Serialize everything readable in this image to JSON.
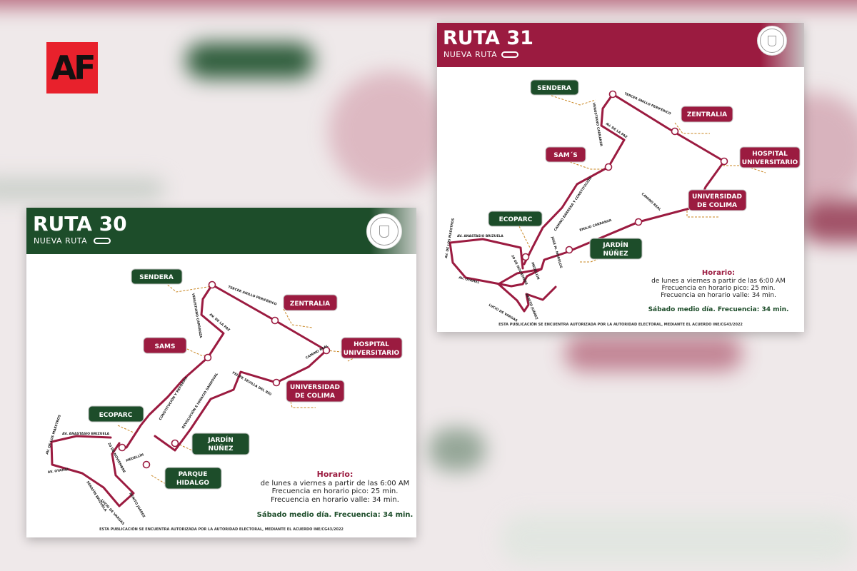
{
  "publisher_logo": {
    "text": "AF",
    "color": "#e8212c"
  },
  "colors": {
    "guinda": "#9b1b40",
    "green": "#1d4d2a",
    "route": "#9b1b40",
    "dash": "#c8841f"
  },
  "route30": {
    "title": "RUTA 30",
    "subtitle": "NUEVA RUTA",
    "header_color": "#1d4d2a",
    "stops": {
      "sendera": "SENDERA",
      "zentralia": "ZENTRALIA",
      "sams": "SAMS",
      "hospital_1": "HOSPITAL",
      "hospital_2": "UNIVERSITARIO",
      "universidad_1": "UNIVERSIDAD",
      "universidad_2": "DE COLIMA",
      "ecoparc": "ECOPARC",
      "jardin_1": "JARDÍN",
      "jardin_2": "NÚÑEZ",
      "parque_1": "PARQUE",
      "parque_2": "HIDALGO"
    },
    "streets": {
      "tercer_anillo": "TERCER ANILLO PERIFÉRICO",
      "venustiano": "VENUSTIANO CARRANZA",
      "av_paz": "AV. DE LA PAZ",
      "camino_real": "CAMINO REAL",
      "constitucion": "CONSTITUCIÓN Y REFORMA",
      "felipe": "FELIPE SEVILLA DEL RÍO",
      "revolucion": "REVOLUCIÓN E IGNACIO SANDOVAL",
      "anastasio": "AV. ANASTASIO BRIZUELA",
      "av_lic": "AV. DE LOS MAESTROS",
      "oyamel": "AV. OYAMEL",
      "noviembre": "20 DE NOVIEMBRE",
      "medellin": "MEDELLÍN",
      "gonzalo": "SERAFÍN BRIZUELA",
      "lucio": "LUCIO DE VARGAS",
      "benito": "BENITO JUÁREZ"
    },
    "schedule": {
      "heading": "Horario:",
      "line1": "de lunes a viernes a partir de las 6:00 AM",
      "line2": "Frecuencia en horario pico: 25 min.",
      "line3": "Frecuencia en horario valle: 34 min.",
      "saturday": "Sábado medio día. Frecuencia: 34 min."
    },
    "footer": "ESTA PUBLICACIÓN SE ENCUENTRA AUTORIZADA POR LA AUTORIDAD ELECTORAL, MEDIANTE EL ACUERDO INE/CG43/2022"
  },
  "route31": {
    "title": "RUTA 31",
    "subtitle": "NUEVA RUTA",
    "header_color": "#9b1b40",
    "stops": {
      "sendera": "SENDERA",
      "zentralia": "ZENTRALIA",
      "sams": "SAM´S",
      "hospital_1": "HOSPITAL",
      "hospital_2": "UNIVERSITARIO",
      "universidad_1": "UNIVERSIDAD",
      "universidad_2": "DE COLIMA",
      "ecoparc": "ECOPARC",
      "jardin_1": "JARDÍN",
      "jardin_2": "NÚÑEZ"
    },
    "streets": {
      "tercer_anillo": "TERCER ANILLO PERIFÉRICO",
      "venustiano": "VENUSTIANO CARRANZA",
      "av_paz": "AV. DE LA PAZ",
      "camino_real": "CAMINO REAL",
      "carrera": "CAMINO BARRERA Y CONSTITUCIÓN",
      "emilio": "EMILIO CARRANZA",
      "anastasio": "AV. ANASTASIO BRIZUELA",
      "av_lic": "AV. DE LOS MAESTROS",
      "oyamel": "AV. OYAMEL",
      "noviembre": "20 DE NOVIEMBRE",
      "medellin": "MEDELLÍN",
      "gonzalo": "JOSÉ M. MORELOS",
      "lucio": "LUCIO DE VARGAS",
      "benito": "BENITO JUÁREZ"
    },
    "schedule": {
      "heading": "Horario:",
      "line1": "de lunes a viernes a partir de las 6:00 AM",
      "line2": "Frecuencia en horario pico: 25 min.",
      "line3": "Frecuencia en horario valle: 34 min.",
      "saturday": "Sábado medio día. Frecuencia: 34 min."
    },
    "footer": "ESTA PUBLICACIÓN SE ENCUENTRA AUTORIZADA POR LA AUTORIDAD ELECTORAL, MEDIANTE EL ACUERDO INE/CG43/2022"
  }
}
